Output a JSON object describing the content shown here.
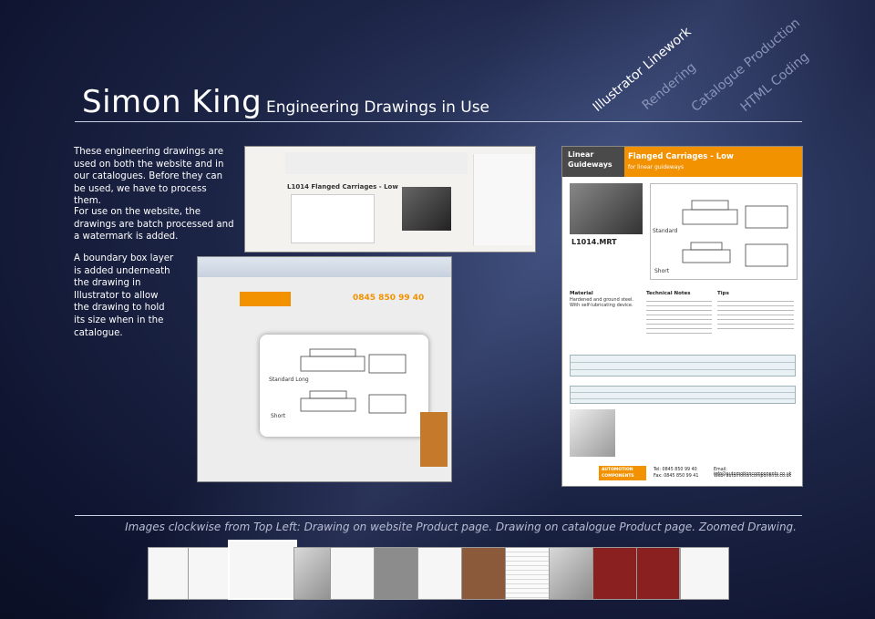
{
  "header": {
    "name": "Simon King",
    "subtitle": "Engineering Drawings in Use"
  },
  "tags": [
    {
      "label": "Illustrator Linework",
      "state": "active"
    },
    {
      "label": "Rendering",
      "state": "muted"
    },
    {
      "label": "Catalogue Production",
      "state": "muted"
    },
    {
      "label": "HTML Coding",
      "state": "muted"
    }
  ],
  "body": {
    "para1": "These engineering drawings are used on both the website and in our catalogues. Before they can be used, we have to process them.",
    "para2": "For use on the website, the drawings are batch processed and a watermark is added.",
    "para3": "A boundary box layer is added underneath the drawing in Illustrator to allow the drawing to hold its size when in the catalogue."
  },
  "website_shot": {
    "product_title": "L1014 Flanged Carriages - Low",
    "phone": "0845 850 99 40"
  },
  "zoom_shot": {
    "label_standard": "Standard Long",
    "label_short": "Short"
  },
  "catalogue": {
    "brand_line1": "Linear",
    "brand_line2": "Guideways",
    "heading": "Flanged Carriages - Low",
    "heading_sub": "for linear guideways",
    "part": "L1014.MRT",
    "label_standard": "Standard",
    "label_short": "Short",
    "material_title": "Material",
    "material_text": "Hardened and ground steel. With self-lubricating device.",
    "technical_title": "Technical Notes",
    "tips_title": "Tips",
    "logo_line1": "AUTOMOTION",
    "logo_line2": "COMPONENTS",
    "tel": "Tel: 0845 850 99 40",
    "fax": "Fax: 0845 850 99 41",
    "email": "Email: info@automotioncomponents.co.uk",
    "web": "Web: automotioncomponents.co.uk"
  },
  "caption": "Images clockwise from Top Left: Drawing on website Product page. Drawing on catalogue Product page. Zoomed Drawing.",
  "colors": {
    "accent_orange": "#f39200",
    "rule": "#c9cde0",
    "muted_tag": "#8a93b8"
  }
}
